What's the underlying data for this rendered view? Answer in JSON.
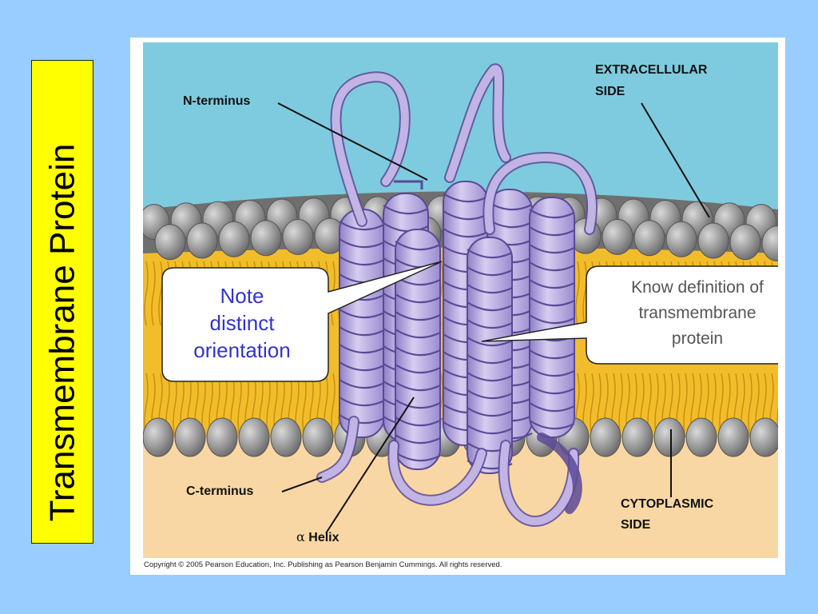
{
  "slide": {
    "title": "Transmembrane Protein"
  },
  "figure": {
    "labels": {
      "n_terminus": "N-terminus",
      "c_terminus": "C-terminus",
      "helix_greek": "α",
      "helix_word": "Helix",
      "extracellular_line1": "EXTRACELLULAR",
      "extracellular_line2": "SIDE",
      "cytoplasmic_line1": "CYTOPLASMIC",
      "cytoplasmic_line2": "SIDE"
    },
    "copyright": "Copyright ©  2005 Pearson Education, Inc. Publishing as Pearson Benjamin Cummings. All rights reserved."
  },
  "callouts": {
    "left": {
      "line1": "Note",
      "line2": "distinct",
      "line3": "orientation"
    },
    "right": {
      "line1": "Know definition of",
      "line2": "transmembrane",
      "line3": "protein"
    }
  },
  "colors": {
    "background": "#99ccff",
    "title_box": "#ffff00",
    "extracellular": "#7ecbdf",
    "cytoplasm": "#f9d7a4",
    "lipid_head": "#8a8a8a",
    "lipid_tail": "#f2bd2a",
    "helix": "#b7a8dc",
    "helix_stroke": "#5a4a96",
    "callout_left_text": "#3333cc"
  }
}
